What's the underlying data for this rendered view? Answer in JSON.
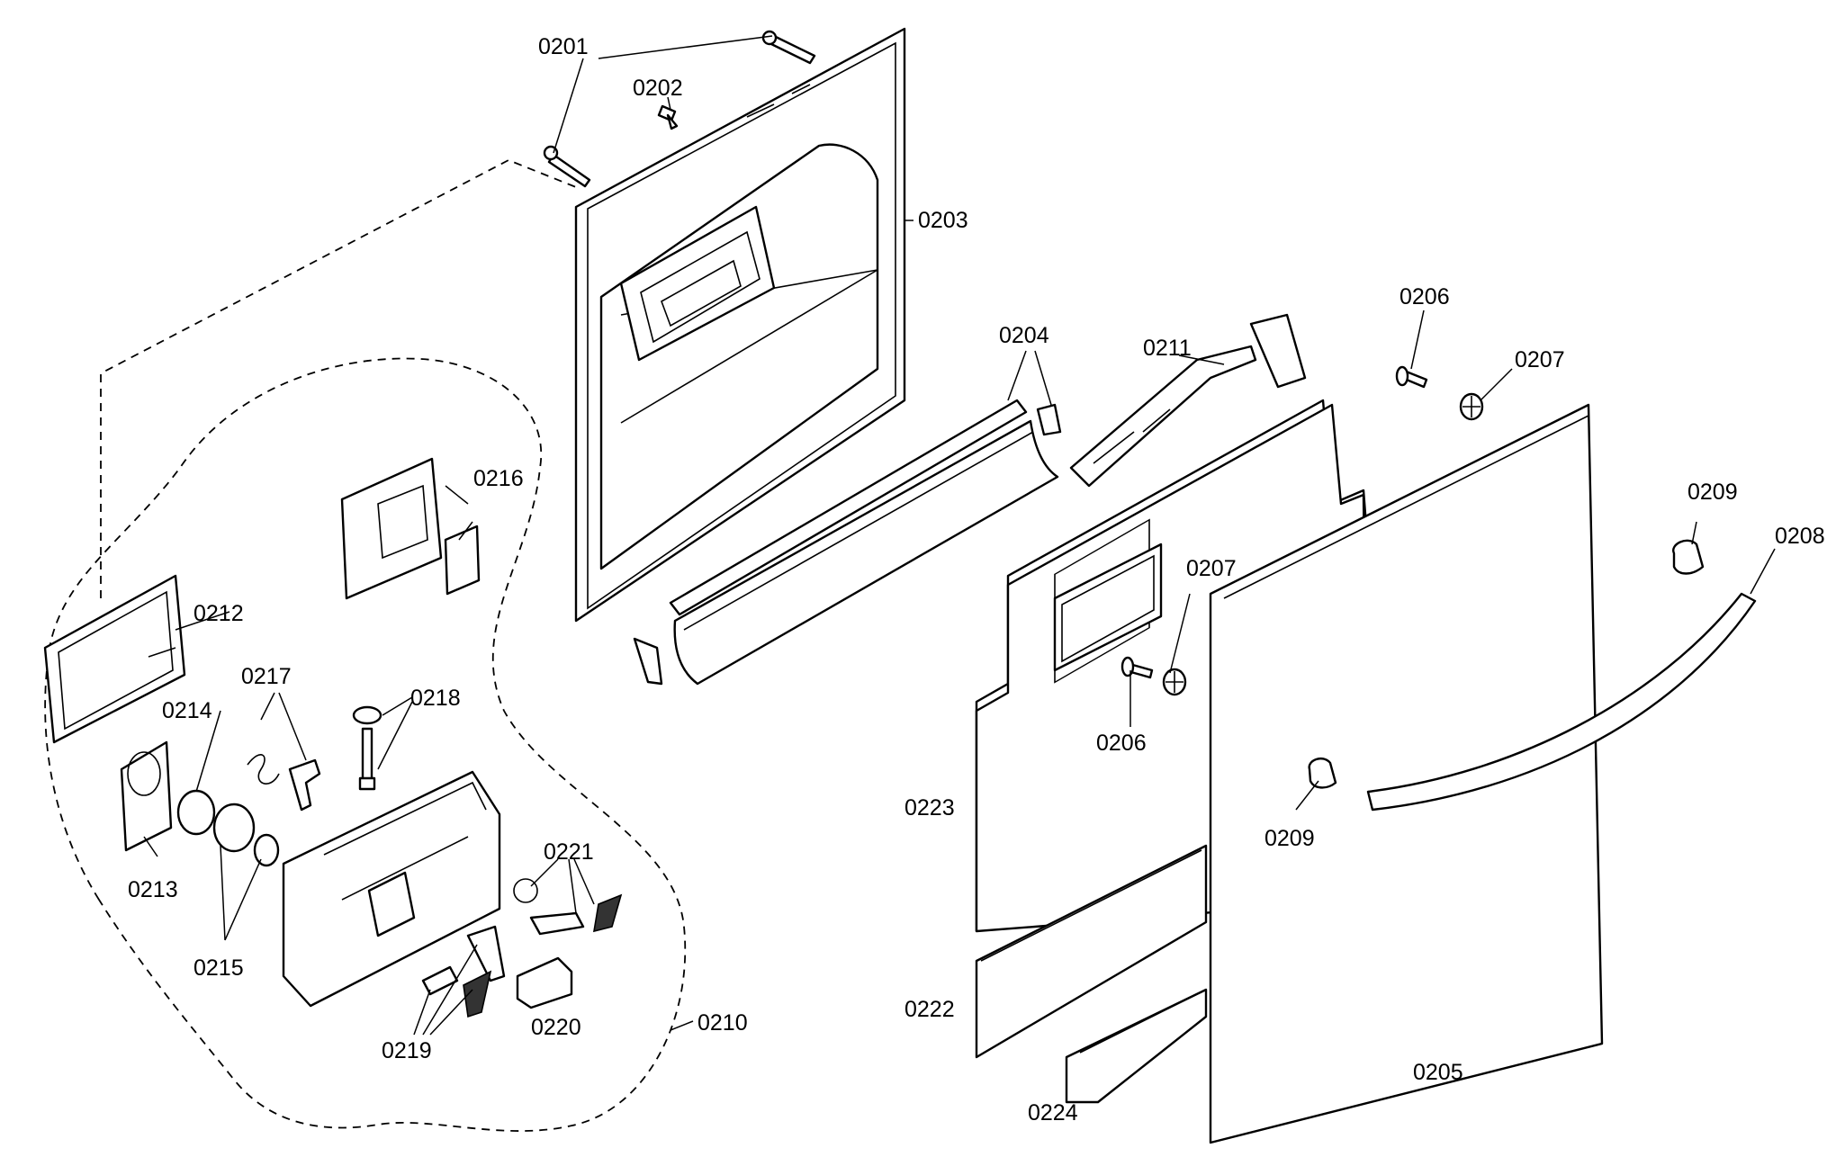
{
  "diagram": {
    "labels": {
      "p0201": "0201",
      "p0202": "0202",
      "p0203": "0203",
      "p0204": "0204",
      "p0205": "0205",
      "p0206a": "0206",
      "p0206b": "0206",
      "p0207a": "0207",
      "p0207b": "0207",
      "p0208": "0208",
      "p0209a": "0209",
      "p0209b": "0209",
      "p0210": "0210",
      "p0211": "0211",
      "p0212": "0212",
      "p0213": "0213",
      "p0214": "0214",
      "p0215": "0215",
      "p0216": "0216",
      "p0217": "0217",
      "p0218": "0218",
      "p0219": "0219",
      "p0220": "0220",
      "p0221": "0221",
      "p0222": "0222",
      "p0223": "0223",
      "p0224": "0224"
    }
  }
}
